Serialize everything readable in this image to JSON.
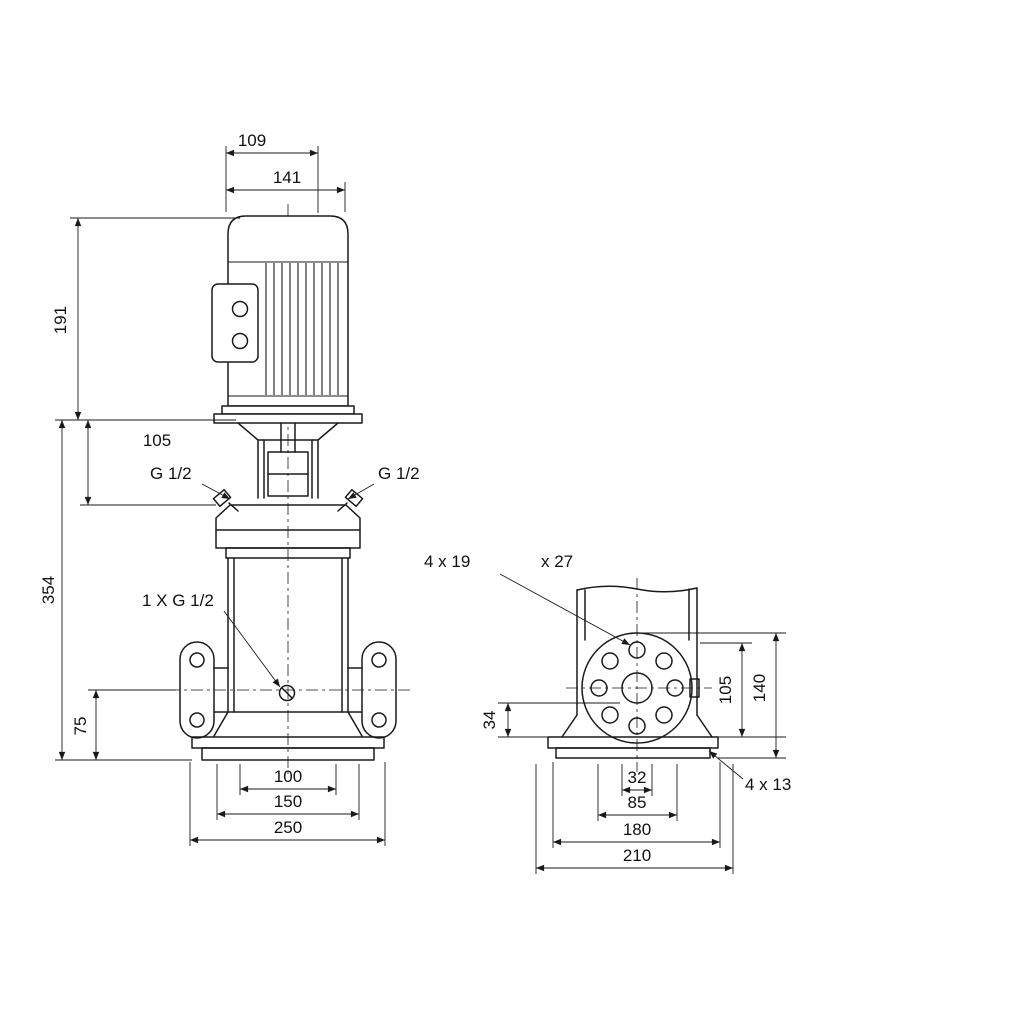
{
  "colors": {
    "line": "#1a1a1a",
    "background": "#ffffff"
  },
  "front_view": {
    "dim_109": "109",
    "dim_141": "141",
    "dim_191": "191",
    "dim_105": "105",
    "dim_354": "354",
    "dim_75": "75",
    "plug_left": "G 1/2",
    "plug_right": "G 1/2",
    "drain": "1 X G 1/2",
    "dim_100": "100",
    "dim_150": "150",
    "dim_250": "250"
  },
  "side_view": {
    "holes_label": "4 x 19",
    "counterbore_label": "x 27",
    "dim_34": "34",
    "dim_105": "105",
    "dim_140": "140",
    "dim_32": "32",
    "dim_85": "85",
    "dim_180": "180",
    "dim_210": "210",
    "base_holes_label": "4 x 13"
  }
}
